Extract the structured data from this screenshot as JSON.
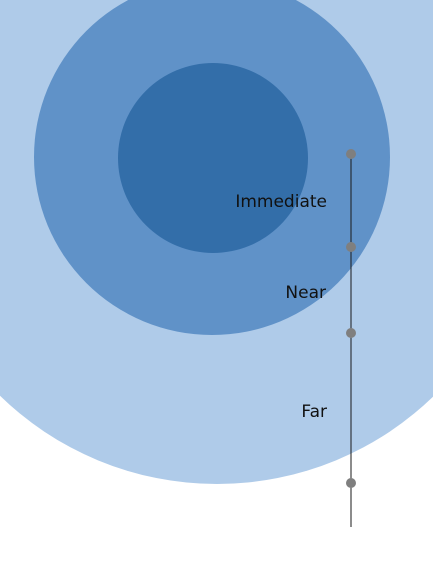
{
  "diagram": {
    "labels": {
      "immediate": "Immediate",
      "near": "Near",
      "far": "Far"
    },
    "colors": {
      "outer_ring": "#afcbe9",
      "middle_ring": "#6092c8",
      "inner_circle": "#336ea9",
      "marker": "#7f7f7f",
      "line": "#1a1a1a",
      "top_dots": "#d9cfa6"
    }
  }
}
